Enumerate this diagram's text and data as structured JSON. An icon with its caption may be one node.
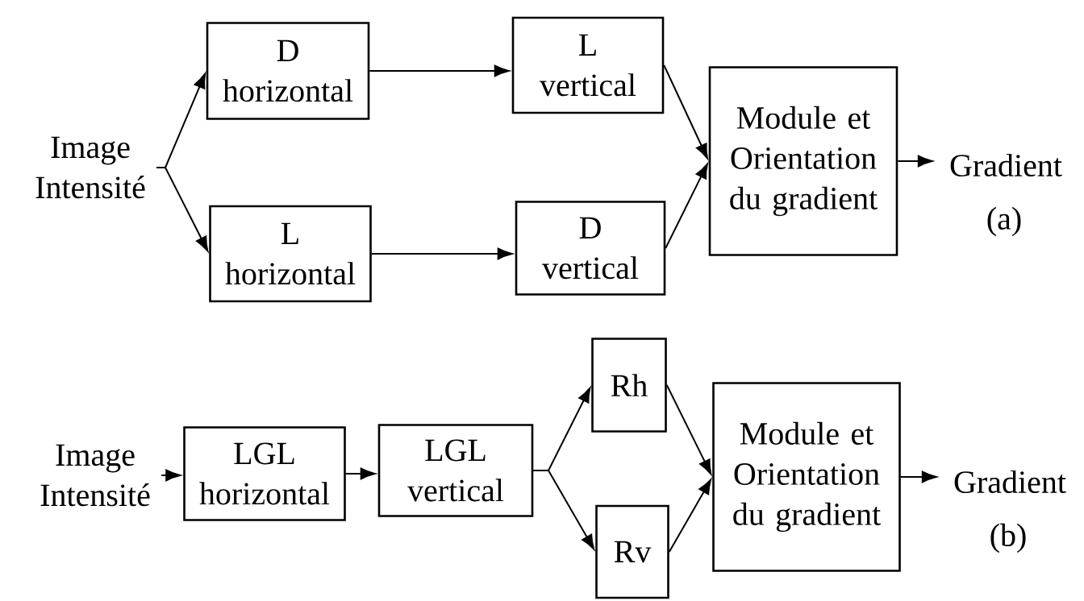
{
  "diagram": {
    "nodes": [
      {
        "text": [
          "Image Intensité"
        ]
      },
      {
        "text": [
          "D horizontal"
        ]
      },
      {
        "text": [
          "L horizontal"
        ]
      },
      {
        "text": [
          "L vertical"
        ]
      },
      {
        "text": [
          "D vertical"
        ]
      },
      {
        "text": [
          "Module et Orientation du gradient"
        ]
      },
      {
        "text": [
          "Gradient"
        ]
      },
      {
        "text": [
          "Image Intensité"
        ]
      },
      {
        "text": [
          "LGL horizontal"
        ]
      },
      {
        "text": [
          "LGL vertical"
        ]
      },
      {
        "text": [
          "Rh"
        ]
      },
      {
        "text": [
          "Rv"
        ]
      },
      {
        "text": [
          "Module et Orientation du gradient"
        ]
      },
      {
        "text": [
          "Gradient"
        ]
      }
    ],
    "edges": [
      {
        "from": 0,
        "to": 1,
        "arrow": "to"
      },
      {
        "from": 0,
        "to": 2,
        "arrow": "to"
      },
      {
        "from": 1,
        "to": 3,
        "arrow": "to"
      },
      {
        "from": 2,
        "to": 4,
        "arrow": "to"
      },
      {
        "from": 3,
        "to": 5,
        "arrow": "to"
      },
      {
        "from": 4,
        "to": 5,
        "arrow": "to"
      },
      {
        "from": 5,
        "to": 6,
        "arrow": "to"
      },
      {
        "from": 7,
        "to": 8,
        "arrow": "to"
      },
      {
        "from": 8,
        "to": 9,
        "arrow": "to"
      },
      {
        "from": 9,
        "to": 10,
        "arrow": "to"
      },
      {
        "from": 9,
        "to": 11,
        "arrow": "to"
      },
      {
        "from": 10,
        "to": 12,
        "arrow": "to"
      },
      {
        "from": 11,
        "to": 12,
        "arrow": "to"
      },
      {
        "from": 12,
        "to": 13,
        "arrow": "to"
      }
    ],
    "labels": [
      "(a)",
      "(b)"
    ]
  }
}
